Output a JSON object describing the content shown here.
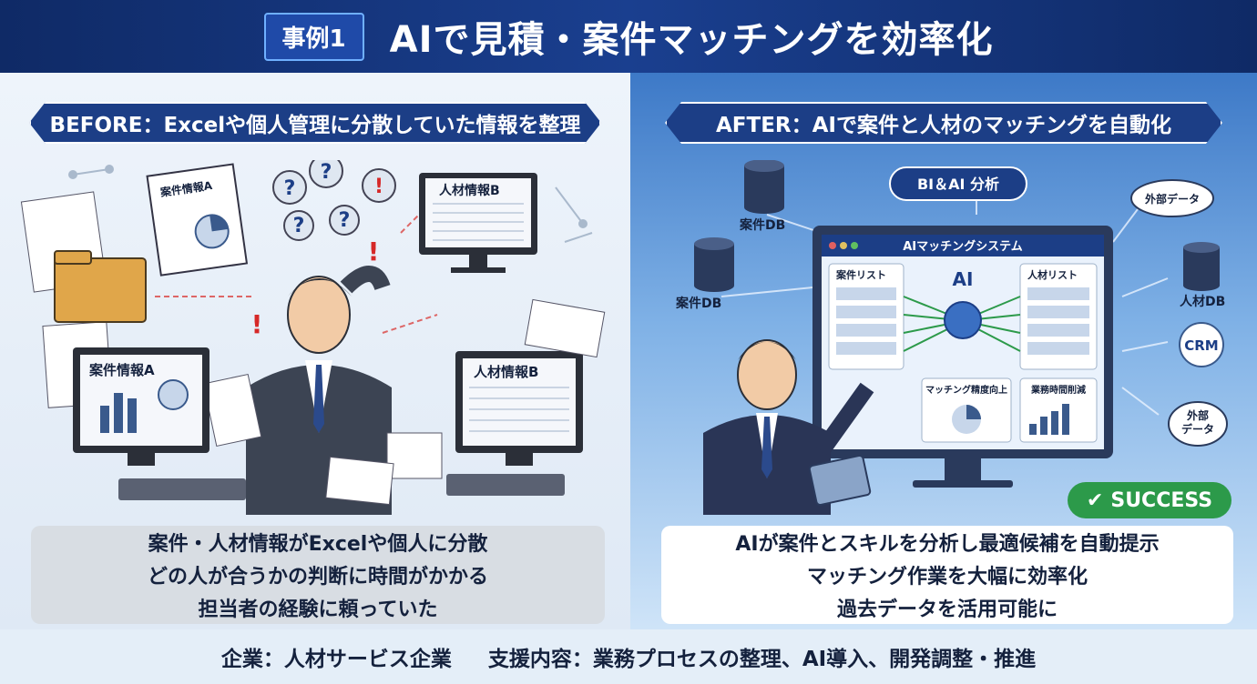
{
  "header": {
    "case_tag": "事例1",
    "title": "AIで見積・案件マッチングを効率化"
  },
  "before": {
    "banner": "BEFORE：Excelや個人管理に分散していた情報を整理",
    "doc_label": "案件情報A",
    "monitor1_label": "人材情報B",
    "monitor2_label": "案件情報A",
    "monitor3_label": "人材情報B",
    "question_marks": [
      "?",
      "?",
      "?",
      "?"
    ],
    "exclaims": [
      "!",
      "!",
      "!"
    ],
    "caption_lines": [
      "案件・人材情報がExcelや個人に分散",
      "どの人が合うかの判断に時間がかかる",
      "担当者の経験に頼っていた"
    ]
  },
  "after": {
    "banner": "AFTER：AIで案件と人材のマッチングを自動化",
    "bi_label": "BI＆AI 分析",
    "db_left_top": "案件DB",
    "db_left_bottom": "案件DB",
    "external_top": "外部データ",
    "db_right": "人材DB",
    "crm": "CRM",
    "external_bottom_1": "外部",
    "external_bottom_2": "データ",
    "system_title": "AIマッチングシステム",
    "list_left": "案件リスト",
    "list_right": "人材リスト",
    "ai": "AI",
    "card_left": "マッチング精度向上",
    "card_right": "業務時間削減",
    "success": "SUCCESS",
    "caption_lines": [
      "AIが案件とスキルを分析し最適候補を自動提示",
      "マッチング作業を大幅に効率化",
      "過去データを活用可能に"
    ]
  },
  "footer": {
    "company": "企業：人材サービス企業",
    "support": "支援内容：業務プロセスの整理、AI導入、開発調整・推進"
  },
  "colors": {
    "navy": "#1c3e86",
    "success_green": "#2c9a4a",
    "accent_red": "#d62828"
  }
}
